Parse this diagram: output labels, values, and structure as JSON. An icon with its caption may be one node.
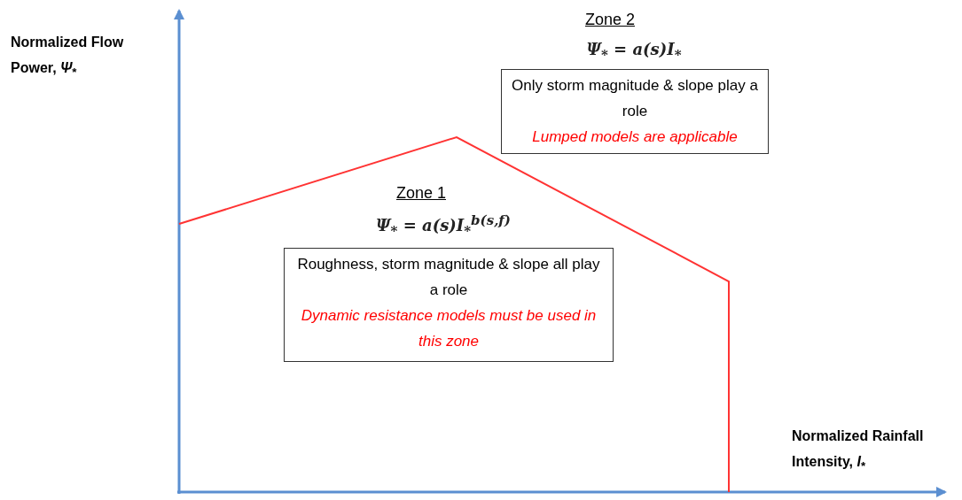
{
  "diagram": {
    "nodes": [
      {
        "text": [
          "Only storm magnitude & slope play a role",
          "Lumped models are applicable"
        ]
      },
      {
        "text": [
          "Roughness, storm magnitude & slope all play a role",
          "Dynamic resistance models must be used in this zone"
        ]
      }
    ],
    "labels": [
      "Normalized Flow Power, *Ψ*$_{*}$",
      "Zone 2",
      "Ψ$_{*}$ = a(s)I$_{*}$",
      "Zone 1",
      "Ψ$_{*}$ = a(s)I$_{*}$$^{b(s,f)}$",
      "Normalized Rainfall Intensity, *I*$_{*}$"
    ]
  }
}
